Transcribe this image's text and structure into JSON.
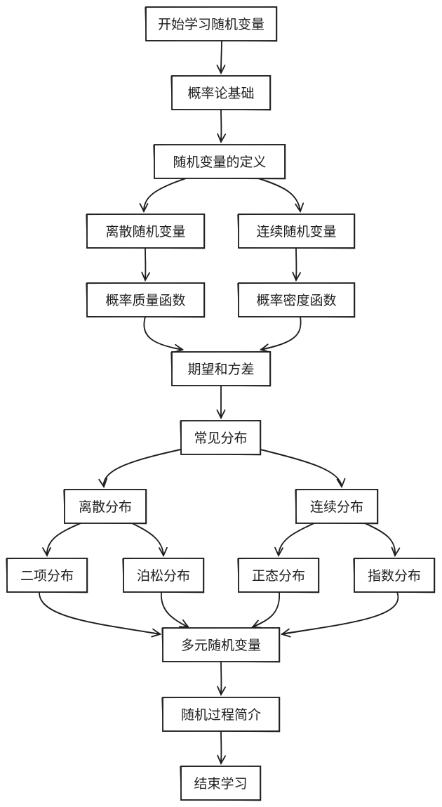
{
  "diagram": {
    "type": "flowchart",
    "nodes": [
      {
        "id": "start",
        "label": "开始学习随机变量"
      },
      {
        "id": "prob_basics",
        "label": "概率论基础"
      },
      {
        "id": "rv_def",
        "label": "随机变量的定义"
      },
      {
        "id": "discrete_rv",
        "label": "离散随机变量"
      },
      {
        "id": "continuous_rv",
        "label": "连续随机变量"
      },
      {
        "id": "pmf",
        "label": "概率质量函数"
      },
      {
        "id": "pdf",
        "label": "概率密度函数"
      },
      {
        "id": "exp_var",
        "label": "期望和方差"
      },
      {
        "id": "common_dist",
        "label": "常见分布"
      },
      {
        "id": "discrete_dist",
        "label": "离散分布"
      },
      {
        "id": "continuous_dist",
        "label": "连续分布"
      },
      {
        "id": "binomial",
        "label": "二项分布"
      },
      {
        "id": "poisson",
        "label": "泊松分布"
      },
      {
        "id": "normal",
        "label": "正态分布"
      },
      {
        "id": "exponential",
        "label": "指数分布"
      },
      {
        "id": "multi_rv",
        "label": "多元随机变量"
      },
      {
        "id": "stoch_proc",
        "label": "随机过程简介"
      },
      {
        "id": "end",
        "label": "结束学习"
      }
    ],
    "edges": [
      {
        "from": "start",
        "to": "prob_basics"
      },
      {
        "from": "prob_basics",
        "to": "rv_def"
      },
      {
        "from": "rv_def",
        "to": "discrete_rv"
      },
      {
        "from": "rv_def",
        "to": "continuous_rv"
      },
      {
        "from": "discrete_rv",
        "to": "pmf"
      },
      {
        "from": "continuous_rv",
        "to": "pdf"
      },
      {
        "from": "pmf",
        "to": "exp_var"
      },
      {
        "from": "pdf",
        "to": "exp_var"
      },
      {
        "from": "exp_var",
        "to": "common_dist"
      },
      {
        "from": "common_dist",
        "to": "discrete_dist"
      },
      {
        "from": "common_dist",
        "to": "continuous_dist"
      },
      {
        "from": "discrete_dist",
        "to": "binomial"
      },
      {
        "from": "discrete_dist",
        "to": "poisson"
      },
      {
        "from": "continuous_dist",
        "to": "normal"
      },
      {
        "from": "continuous_dist",
        "to": "exponential"
      },
      {
        "from": "binomial",
        "to": "multi_rv"
      },
      {
        "from": "poisson",
        "to": "multi_rv"
      },
      {
        "from": "normal",
        "to": "multi_rv"
      },
      {
        "from": "exponential",
        "to": "multi_rv"
      },
      {
        "from": "multi_rv",
        "to": "stoch_proc"
      },
      {
        "from": "stoch_proc",
        "to": "end"
      }
    ]
  }
}
